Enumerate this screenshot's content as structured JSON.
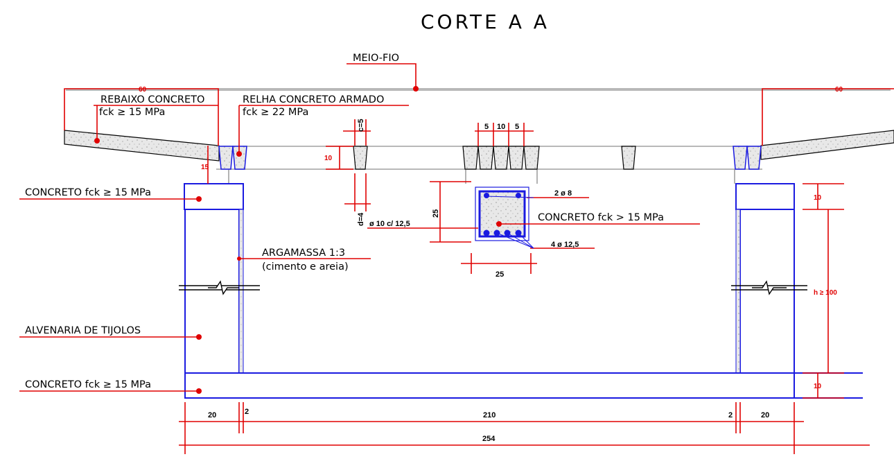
{
  "title": "CORTE A A",
  "labels": {
    "meio_fio": "MEIO-FIO",
    "rebaixo_1": "REBAIXO CONCRETO",
    "rebaixo_2": "fck ≥ 15 MPa",
    "relha_1": "RELHA CONCRETO ARMADO",
    "relha_2": "fck ≥ 22 MPa",
    "concreto_top": "CONCRETO fck ≥ 15 MPa",
    "argamassa_1": "ARGAMASSA 1:3",
    "argamassa_2": "(cimento e areia)",
    "alvenaria": "ALVENARIA DE TIJOLOS",
    "concreto_bottom": "CONCRETO fck ≥ 15 MPa",
    "concreto_beam": "CONCRETO fck > 15 MPa",
    "bar_top": "2 ø 8",
    "bar_bottom": "4 ø 12,5",
    "stirrup": "ø 10 c/ 12,5"
  },
  "dimensions": {
    "left_60": "60",
    "right_60": "60",
    "left_15": "15",
    "grate_c5": "c=5",
    "grate_10": "10",
    "grate_d4": "d=4",
    "beam_5a": "5",
    "beam_10": "10",
    "beam_5b": "5",
    "beam_25_h": "25",
    "beam_25_w": "25",
    "right_10_top": "10",
    "right_h": "h ≥ 100",
    "right_10_bottom": "10",
    "bottom_20_left": "20",
    "bottom_2_left": "2",
    "bottom_210": "210",
    "bottom_2_right": "2",
    "bottom_20_right": "20",
    "bottom_254": "254"
  },
  "colors": {
    "structure": "#1a1ae0",
    "leader": "#e00000",
    "grate": "#a0a0a0",
    "text": "#000000"
  }
}
